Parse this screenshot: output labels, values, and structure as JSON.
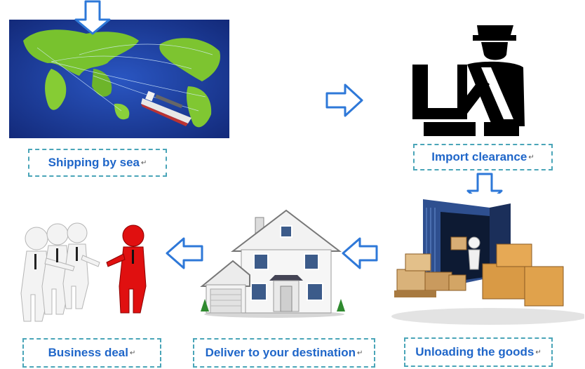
{
  "steps": [
    {
      "id": "shipping",
      "label": "Shipping by sea",
      "mark": "↵"
    },
    {
      "id": "import",
      "label": "Import clearance",
      "mark": "↵"
    },
    {
      "id": "unloading",
      "label": "Unloading the goods",
      "mark": "↵"
    },
    {
      "id": "deliver",
      "label": "Deliver to your destination",
      "mark": "↵"
    },
    {
      "id": "business",
      "label": "Business deal",
      "mark": "↵"
    }
  ],
  "colors": {
    "label_text": "#1f66c9",
    "label_border": "#4aa5b8",
    "arrow_fill": "#ffffff",
    "arrow_stroke": "#2e78d8",
    "map_ocean": "#1b3a9a",
    "land": "#6fbf2a"
  },
  "icons": [
    "world-map-ship-image",
    "customs-officer-icon",
    "shipping-container-image",
    "house-image",
    "business-handshake-image"
  ]
}
